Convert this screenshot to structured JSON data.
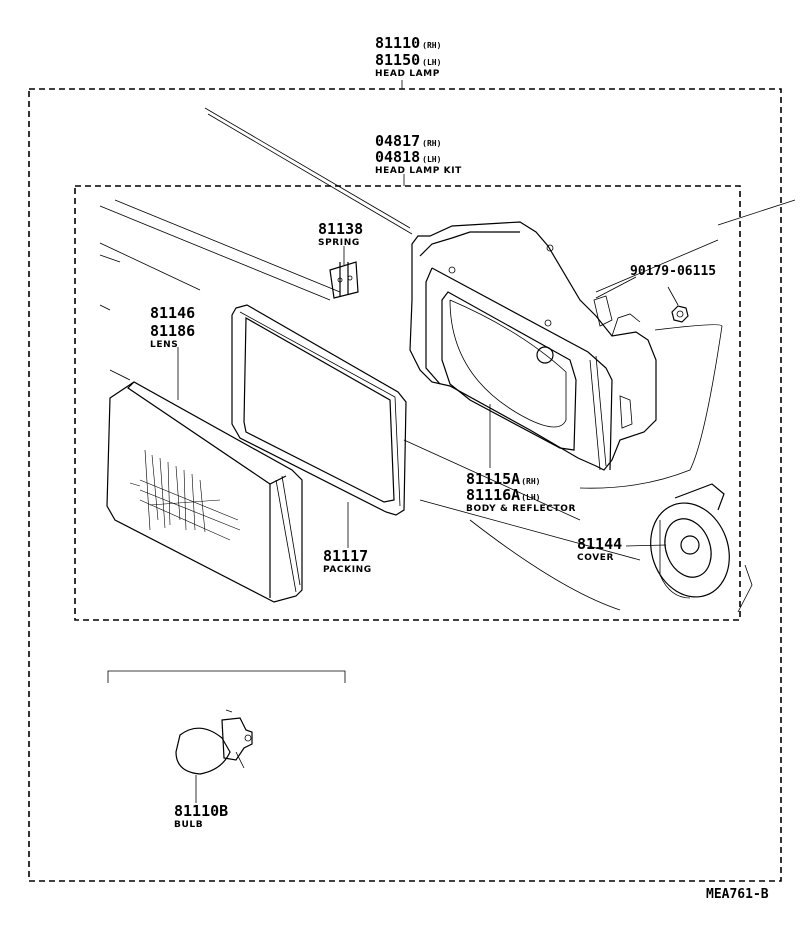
{
  "labels": {
    "head_lamp": {
      "part_rh": "81110",
      "suffix_rh": "(RH)",
      "part_lh": "81150",
      "suffix_lh": "(LH)",
      "name": "HEAD LAMP"
    },
    "head_lamp_kit": {
      "part_rh": "04817",
      "suffix_rh": "(RH)",
      "part_lh": "04818",
      "suffix_lh": "(LH)",
      "name": "HEAD LAMP KIT"
    },
    "spring": {
      "part": "81138",
      "name": "SPRING"
    },
    "nut": {
      "part": "90179-06115"
    },
    "lens": {
      "part_a": "81146",
      "part_b": "81186",
      "name": "LENS"
    },
    "body_reflector": {
      "part_rh": "81115A",
      "suffix_rh": "(RH)",
      "part_lh": "81116A",
      "suffix_lh": "(LH)",
      "name": "BODY & REFLECTOR"
    },
    "cover": {
      "part": "81144",
      "name": "COVER"
    },
    "packing": {
      "part": "81117",
      "name": "PACKING"
    },
    "bulb": {
      "part": "81110B",
      "name": "BULB"
    }
  },
  "reference_code": "MEA761-B"
}
